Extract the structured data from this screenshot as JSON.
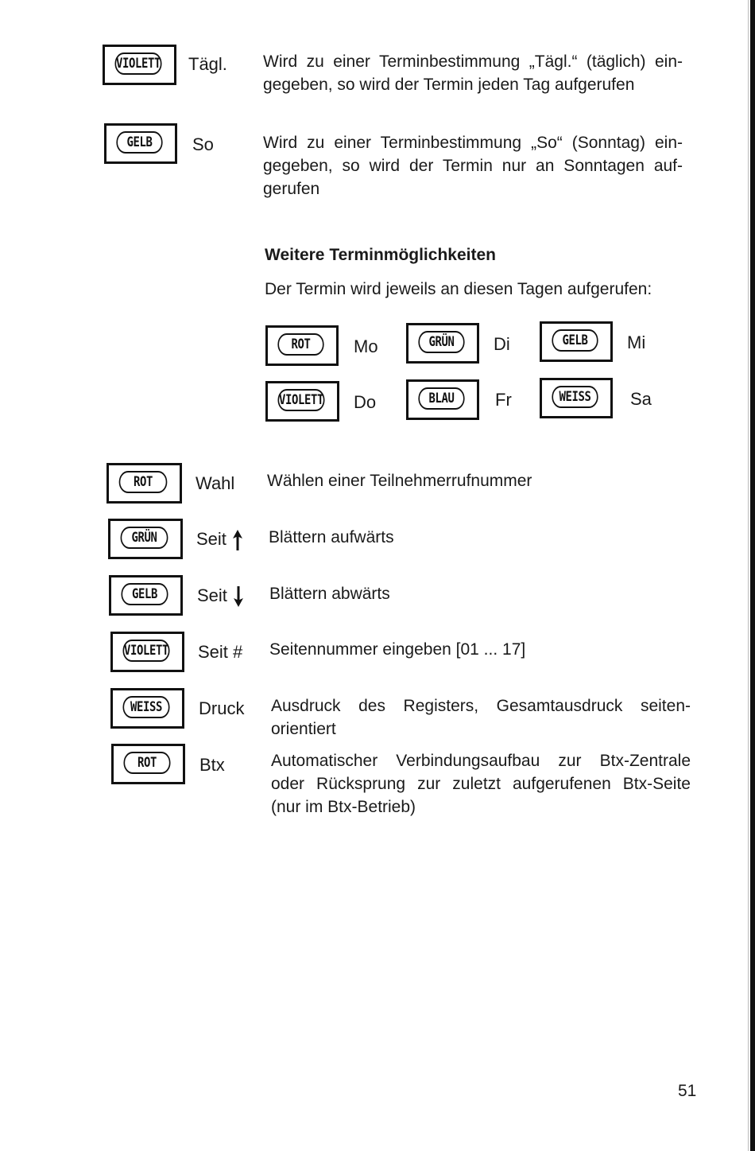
{
  "top_entries": [
    {
      "key": "VIOLETT",
      "label": "Tägl.",
      "lines": [
        "Wird zu einer Terminbestimmung „Tägl.“ (täglich) ein-",
        "gegeben, so wird der Termin jeden Tag aufgerufen"
      ]
    },
    {
      "key": "GELB",
      "label": "So",
      "lines": [
        "Wird zu einer Terminbestimmung „So“ (Sonntag) ein-",
        "gegeben, so wird der Termin nur an Sonntagen auf-",
        "gerufen"
      ]
    }
  ],
  "section": {
    "heading": "Weitere Terminmöglichkeiten",
    "intro": "Der Termin wird jeweils an diesen Tagen aufgerufen:",
    "days": [
      {
        "key": "ROT",
        "day": "Mo"
      },
      {
        "key": "GRÜN",
        "day": "Di"
      },
      {
        "key": "GELB",
        "day": "Mi"
      },
      {
        "key": "VIOLETT",
        "day": "Do"
      },
      {
        "key": "BLAU",
        "day": "Fr"
      },
      {
        "key": "WEISS",
        "day": "Sa"
      }
    ]
  },
  "bottom_entries": [
    {
      "key": "ROT",
      "label": "Wahl",
      "lines": [
        "Wählen einer Teilnehmerrufnummer"
      ]
    },
    {
      "key": "GRÜN",
      "label": "Seit",
      "icon": "arrow-up-icon",
      "lines": [
        "Blättern aufwärts"
      ]
    },
    {
      "key": "GELB",
      "label": "Seit",
      "icon": "arrow-down-icon",
      "lines": [
        "Blättern abwärts"
      ]
    },
    {
      "key": "VIOLETT",
      "label": "Seit #",
      "lines": [
        "Seitennummer eingeben [01 ... 17]"
      ]
    },
    {
      "key": "WEISS",
      "label": "Druck",
      "lines": [
        "Ausdruck des Registers, Gesamtausdruck seiten-",
        "orientiert"
      ]
    },
    {
      "key": "ROT",
      "label": "Btx",
      "lines": [
        "Automatischer Verbindungsaufbau zur Btx-Zentrale",
        "oder Rücksprung zur zuletzt aufgerufenen Btx-Seite",
        "(nur im Btx-Betrieb)"
      ]
    }
  ],
  "page_number": "51"
}
